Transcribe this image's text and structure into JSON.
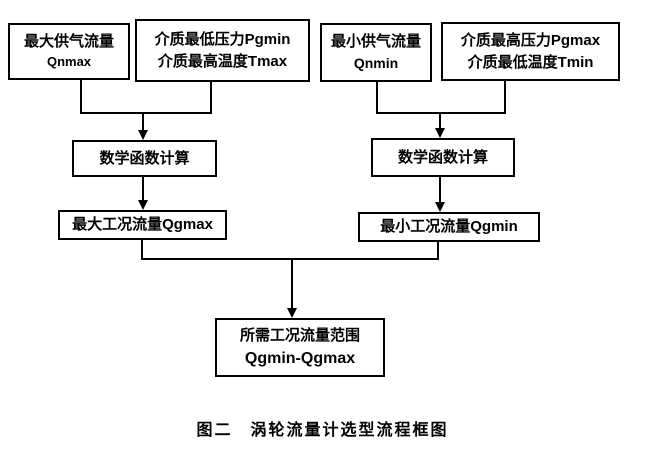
{
  "flowchart": {
    "nodes": {
      "qnmax": {
        "line1": "最大供气流量",
        "line2": "Qnmax"
      },
      "medium_max": {
        "line1": "介质最低压力Pgmin",
        "line2": "介质最高温度Tmax"
      },
      "qnmin": {
        "line1": "最小供气流量",
        "line2": "Qnmin"
      },
      "medium_min": {
        "line1": "介质最高压力Pgmax",
        "line2": "介质最低温度Tmin"
      },
      "math_left": {
        "label": "数学函数计算"
      },
      "math_right": {
        "label": "数学函数计算"
      },
      "qgmax": {
        "label": "最大工况流量Qgmax"
      },
      "qgmin": {
        "label": "最小工况流量Qgmin"
      },
      "result": {
        "line1": "所需工况流量范围",
        "line2": "Qgmin-Qgmax"
      }
    },
    "caption": "图二　涡轮流量计选型流程框图"
  },
  "colors": {
    "line": "#000000",
    "background": "#ffffff",
    "text": "#000000"
  }
}
